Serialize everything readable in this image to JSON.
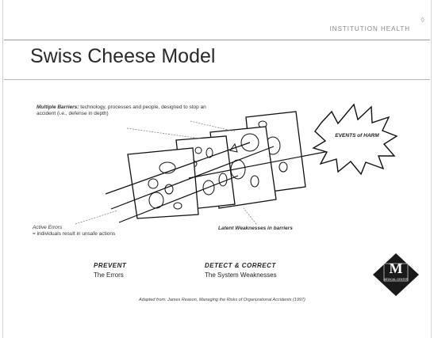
{
  "header": {
    "org_text": "INSTITUTION HEALTH",
    "corner_mark": "◊"
  },
  "title": "Swiss Cheese Model",
  "diagram": {
    "multiple_barriers_title": "Multiple Barriers:",
    "multiple_barriers_text": "technology, processes and people, designed to stop an accident (i.e., defense in depth)",
    "active_errors_title": "Active Errors",
    "active_errors_text": "= individuals result in unsafe actions",
    "latent_weaknesses": "Latent Weaknesses in barriers",
    "events_of_harm": "EVENTS of HARM"
  },
  "footer": {
    "prevent_label": "PREVENT",
    "prevent_sub": "The Errors",
    "detect_label": "DETECT & CORRECT",
    "detect_sub": "The System Weaknesses",
    "citation": "Adapted from: James Reason, Managing the Risks of Organizational Accidents (1997)",
    "logo_letter": "M",
    "logo_text": "MEDICAL CENTER"
  },
  "colors": {
    "ink": "#222222",
    "rule": "#9a9a9a",
    "logo": "#1a1a1a"
  }
}
